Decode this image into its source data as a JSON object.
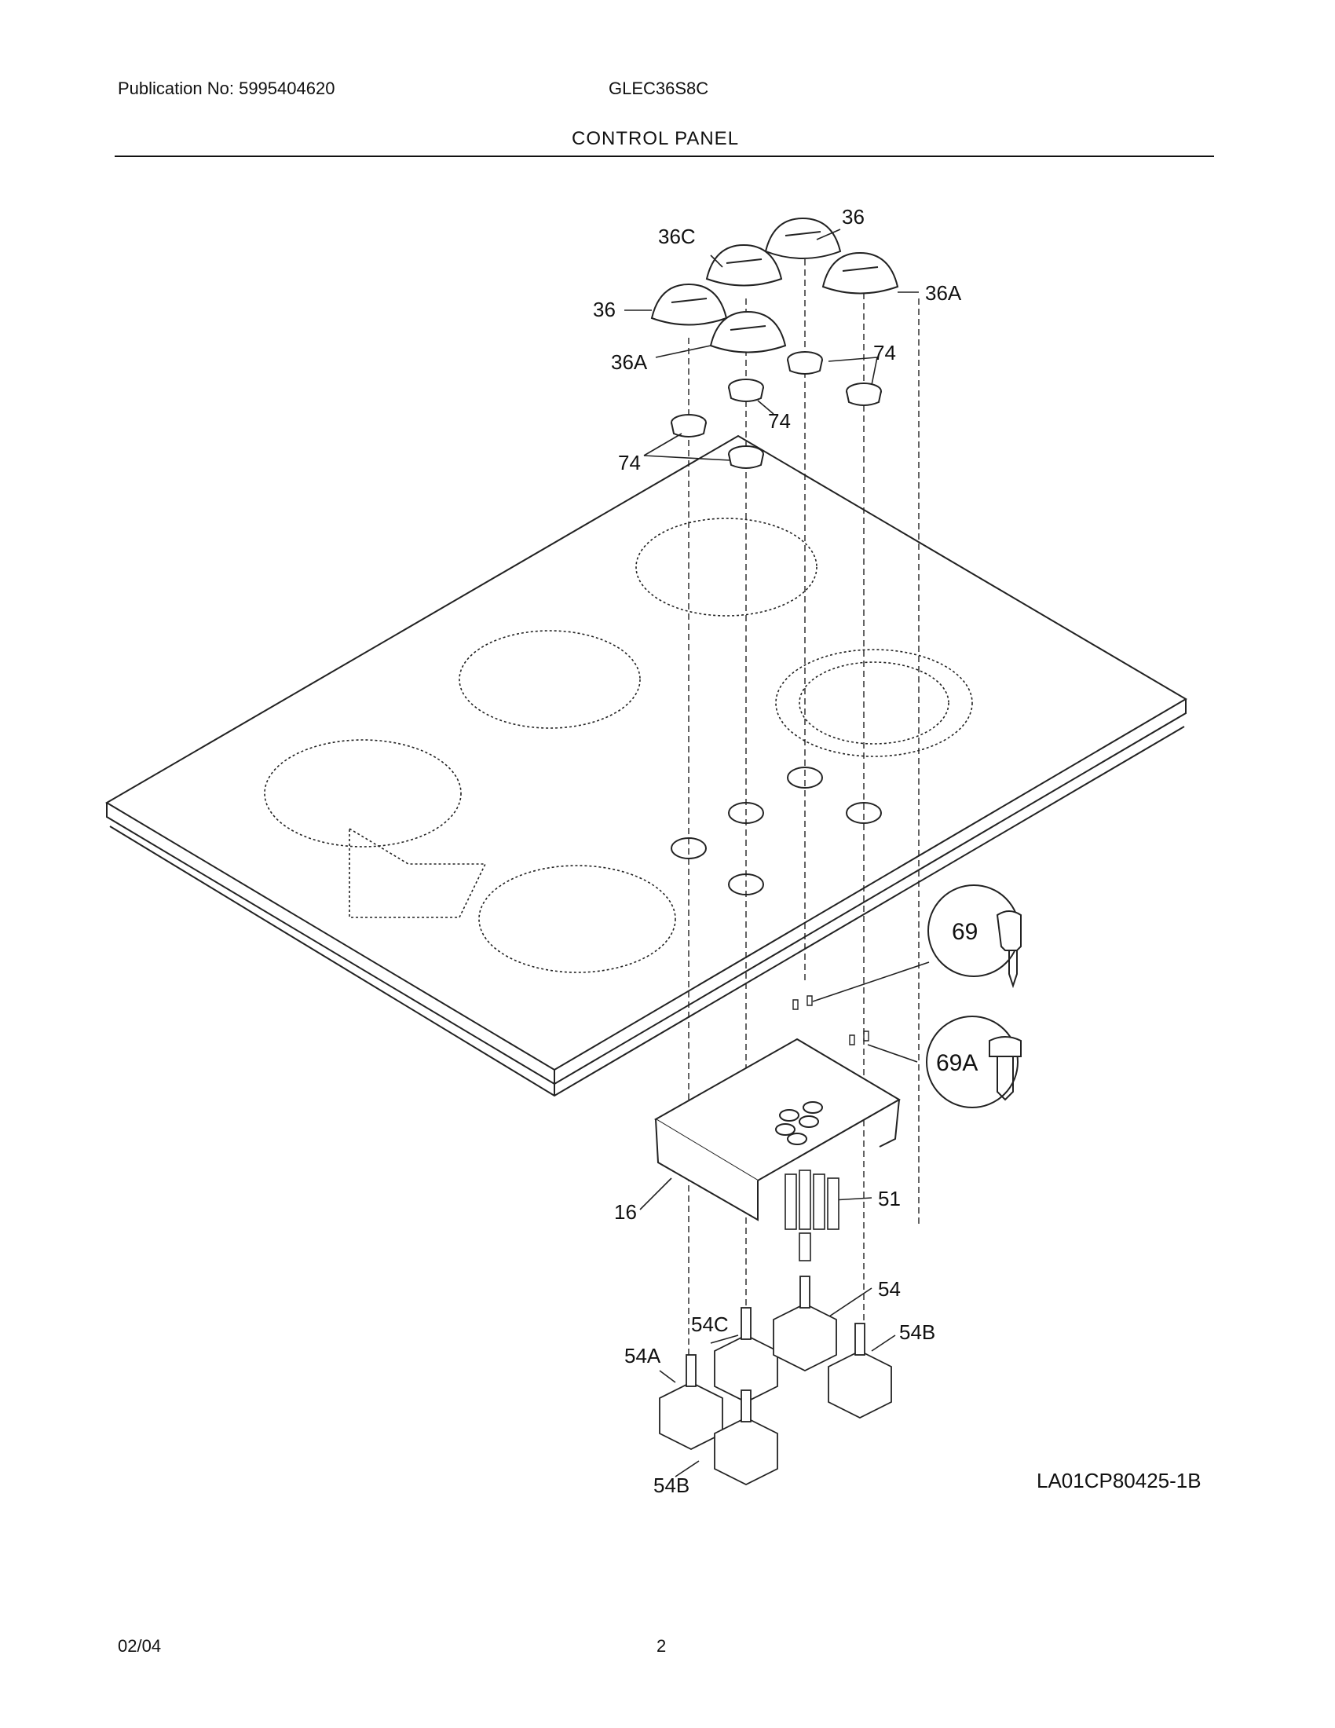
{
  "header": {
    "publication": "Publication No: 5995404620",
    "model": "GLEC36S8C",
    "section": "CONTROL PANEL"
  },
  "callouts": {
    "c36_top": "36",
    "c36c": "36C",
    "c36a_right": "36A",
    "c36_left": "36",
    "c36a_left": "36A",
    "c74_a": "74",
    "c74_b": "74",
    "c74_c": "74",
    "c69": "69",
    "c69a": "69A",
    "c16": "16",
    "c51": "51",
    "c54": "54",
    "c54c": "54C",
    "c54b_right": "54B",
    "c54a": "54A",
    "c54b_bottom": "54B"
  },
  "drawing_number": "LA01CP80425-1B",
  "footer": {
    "date": "02/04",
    "page": "2"
  }
}
